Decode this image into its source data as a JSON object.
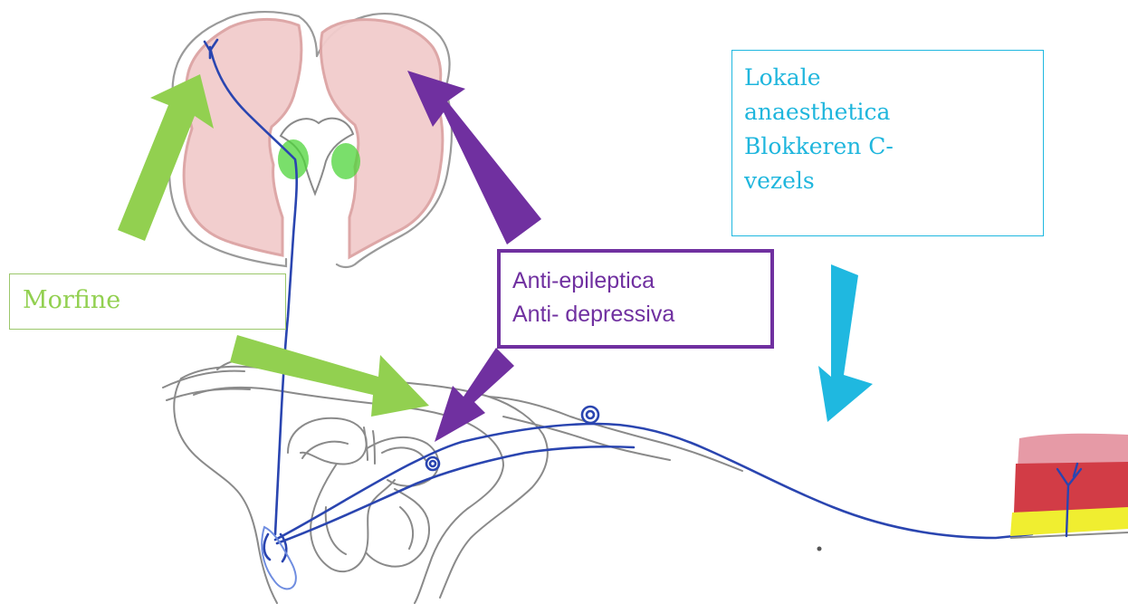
{
  "labels": {
    "morfine": "Morfine",
    "anti": [
      "Anti-epileptica",
      "Anti- depressiva"
    ],
    "lokale": [
      "Lokale",
      "anaesthetica",
      "Blokkeren C-",
      "vezels"
    ]
  },
  "colors": {
    "morfine_green": "#92d050",
    "anti_purple": "#7030a0",
    "lokale_blue": "#1fb6dd",
    "nerve_blue": "#2a45b0",
    "grey_matter_pink": "#e8b4b0",
    "dorsal_horn_green": "#4ed43a",
    "skin_red": "#d23c46",
    "skin_yellow": "#f0ee30",
    "pencil_grey": "#8a8a8a"
  },
  "arrows": [
    {
      "id": "morfine-arrow-up",
      "color": "green",
      "target": "brain-left"
    },
    {
      "id": "morfine-arrow-down",
      "color": "green",
      "target": "dorsal-horn"
    },
    {
      "id": "anti-arrow-up",
      "color": "purple",
      "target": "brain-right"
    },
    {
      "id": "anti-arrow-down",
      "color": "purple",
      "target": "dorsal-horn-synapse"
    },
    {
      "id": "lokale-arrow-down",
      "color": "blue",
      "target": "peripheral-nerve"
    }
  ]
}
